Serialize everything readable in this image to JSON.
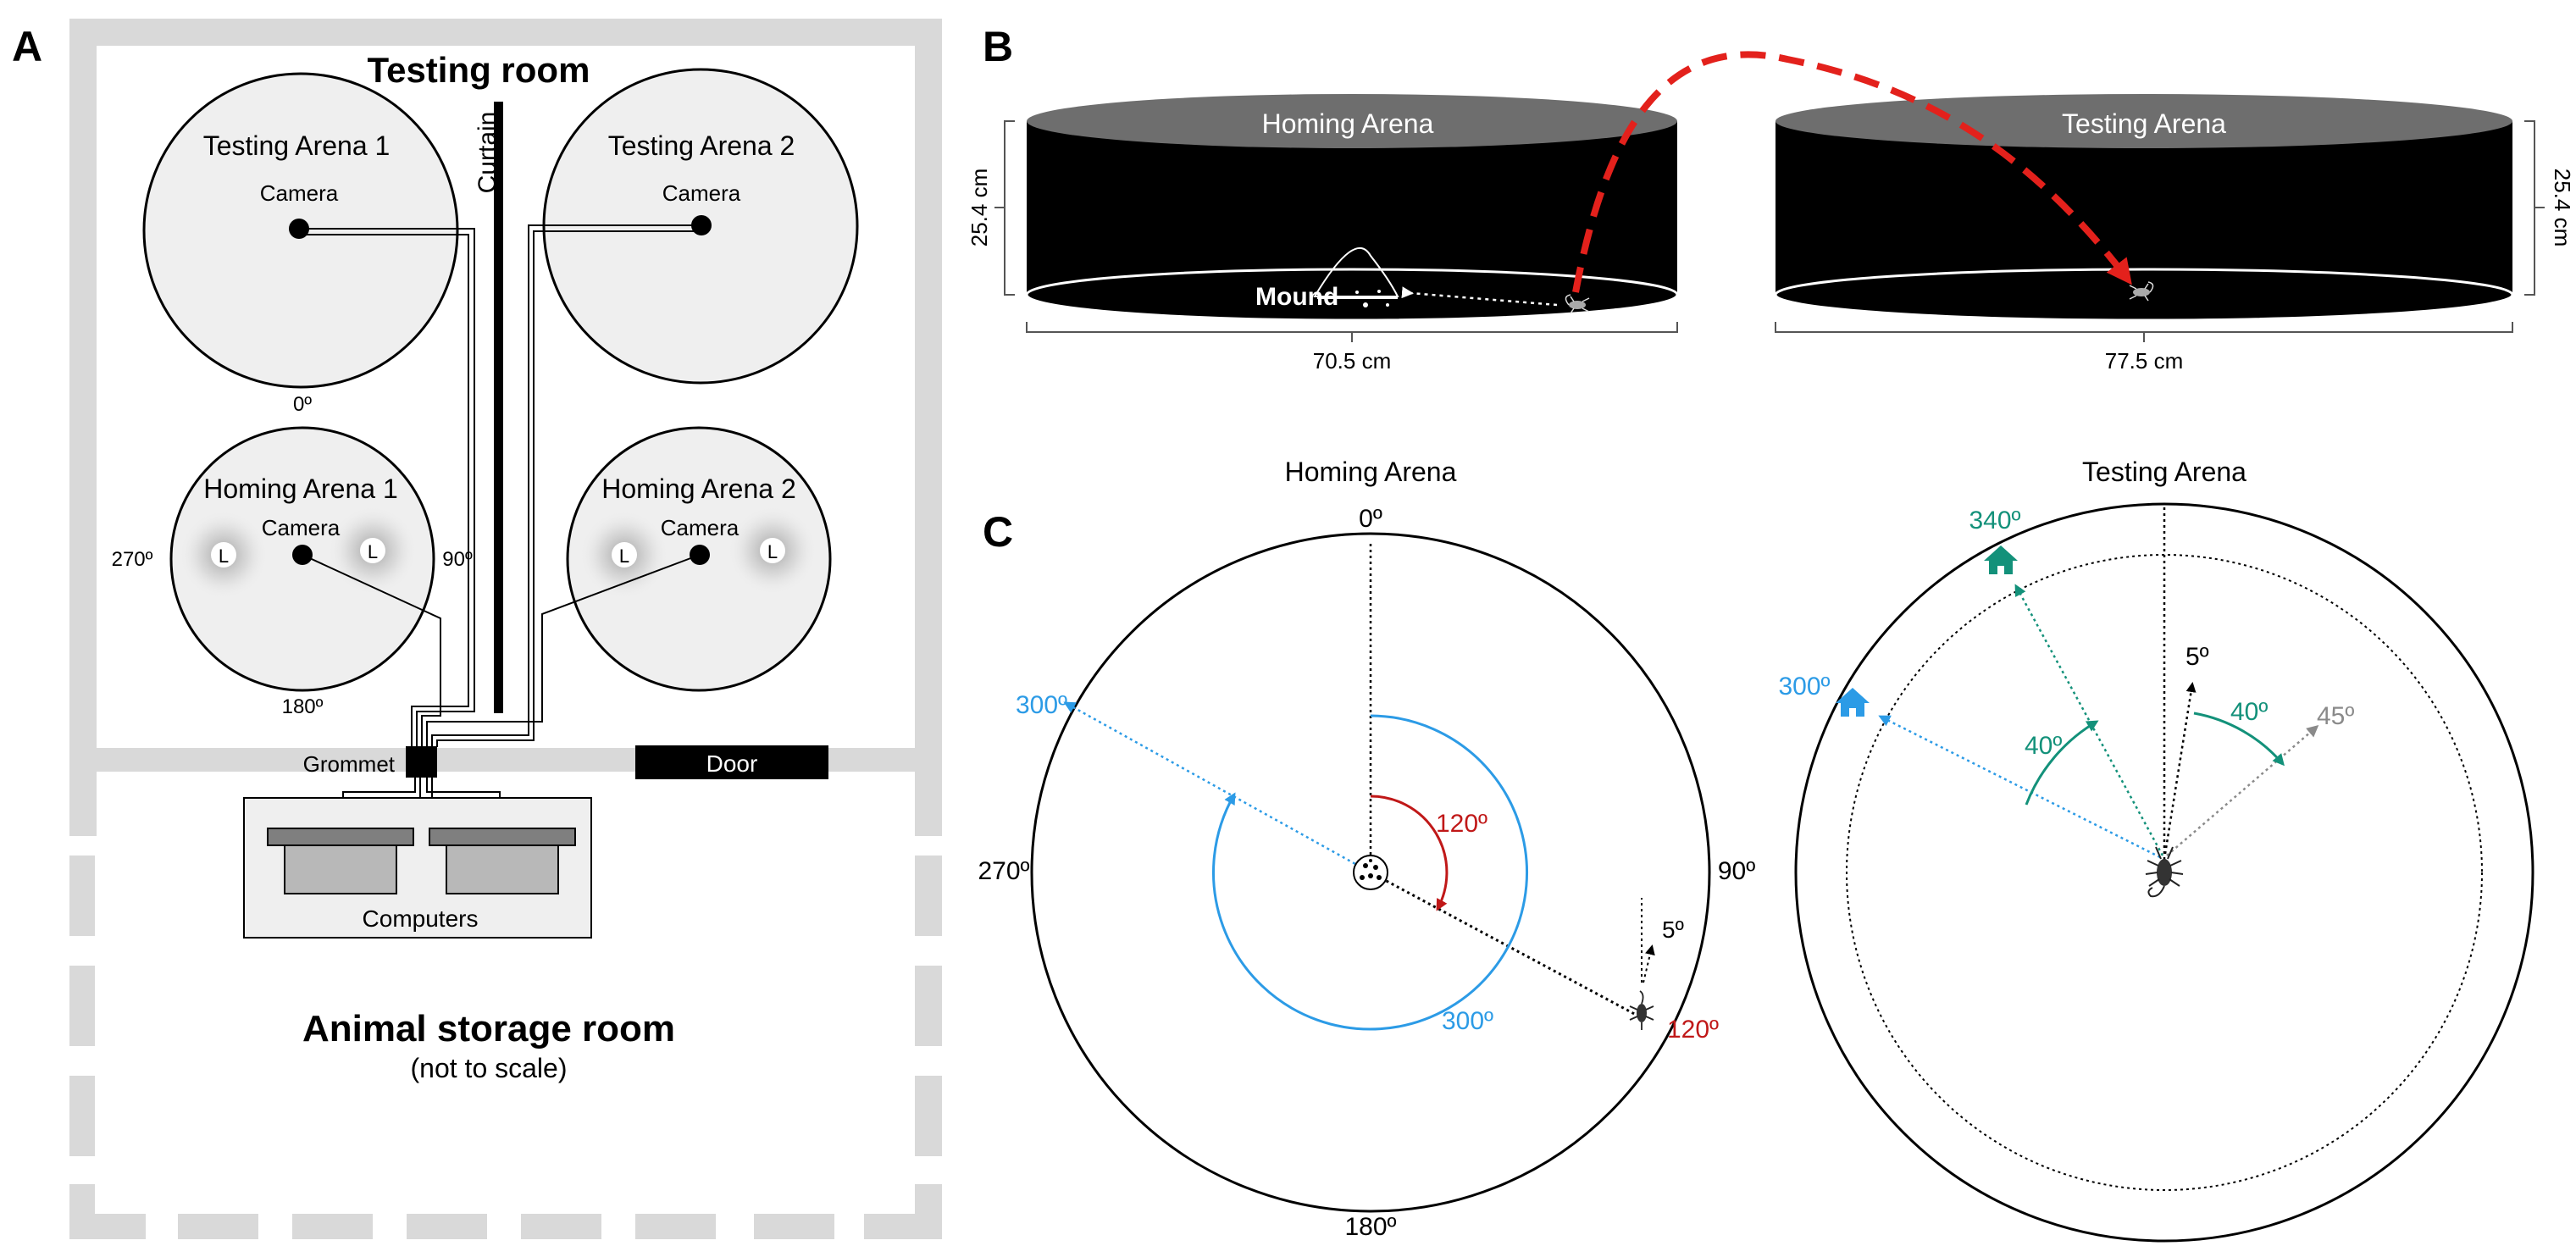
{
  "panel_a": {
    "letter": "A",
    "testing_room": "Testing room",
    "curtain": "Curtain",
    "testing_arena_1": "Testing Arena 1",
    "testing_arena_2": "Testing Arena 2",
    "homing_arena_1": "Homing Arena 1",
    "homing_arena_2": "Homing Arena 2",
    "camera": "Camera",
    "light": "L",
    "deg_0": "0º",
    "deg_90": "90º",
    "deg_180": "180º",
    "deg_270": "270º",
    "grommet": "Grommet",
    "door": "Door",
    "computers": "Computers",
    "storage_room": "Animal storage room",
    "not_to_scale": "(not to scale)"
  },
  "panel_b": {
    "letter": "B",
    "homing_arena": "Homing Arena",
    "testing_arena": "Testing Arena",
    "mound": "Mound",
    "height_left": "25.4 cm",
    "height_right": "25.4 cm",
    "width_left": "70.5 cm",
    "width_right": "77.5 cm"
  },
  "panel_c": {
    "letter": "C",
    "homing_title": "Homing Arena",
    "testing_title": "Testing Arena",
    "deg_0": "0º",
    "deg_90": "90º",
    "deg_180": "180º",
    "deg_270": "270º",
    "home_300": "300º",
    "arc_300": "300º",
    "arc_120": "120º",
    "scorpion_120": "120º",
    "offset_5": "5º",
    "t_340": "340º",
    "t_300": "300º",
    "t_5": "5º",
    "t_40_green": "40º",
    "t_40_green_right": "40º",
    "t_45": "45º"
  },
  "colors": {
    "blue": "#2c9be6",
    "red": "#c01818",
    "green": "#13917a",
    "grey": "#8a8a8a",
    "dashed_red": "#e3211c",
    "wall": "#d9d9d9"
  }
}
